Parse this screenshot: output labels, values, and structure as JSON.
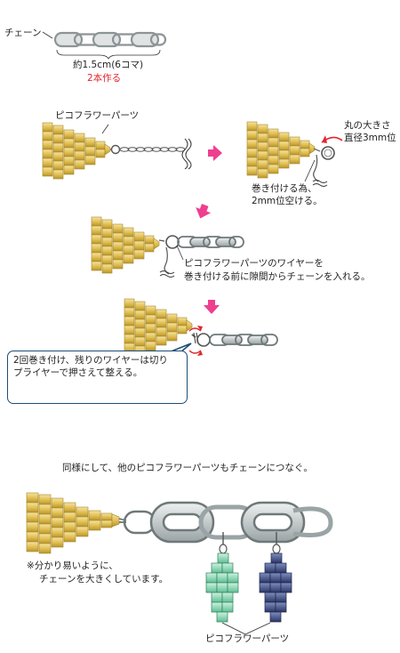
{
  "step1": {
    "chain_label": "チェーン",
    "length": "約1.5cm(6コマ)",
    "make_two": "2本作る"
  },
  "step2": {
    "part_label": "ピコフラワーパーツ"
  },
  "step3": {
    "ring_size_line1": "丸の大きさ",
    "ring_size_line2": "直径3mm位",
    "gap_line1": "巻き付ける為、",
    "gap_line2": "2mm位空ける。"
  },
  "step4": {
    "note_line1": "ピコフラワーパーツのワイヤーを",
    "note_line2": "巻き付ける前に隙間からチェーンを入れる。"
  },
  "step5": {
    "callout_line1": "2回巻き付け、残りのワイヤーは切り",
    "callout_line2": "プライヤーで押さえて整える。"
  },
  "step6": {
    "instruction": "同様にして、他のピコフラワーパーツもチェーンにつなぐ。",
    "note_line1": "※分かり易いように、",
    "note_line2": "チェーンを大きくしています。",
    "part_label": "ピコフラワーパーツ"
  },
  "colors": {
    "gold": "#e3c458",
    "green": "#7fd3ae",
    "navy": "#3d4a7e",
    "chain": "#c9cfd0",
    "arrow": "#ef3f8f",
    "callout_border": "#1c4d76",
    "accent_red": "#e2242c"
  }
}
